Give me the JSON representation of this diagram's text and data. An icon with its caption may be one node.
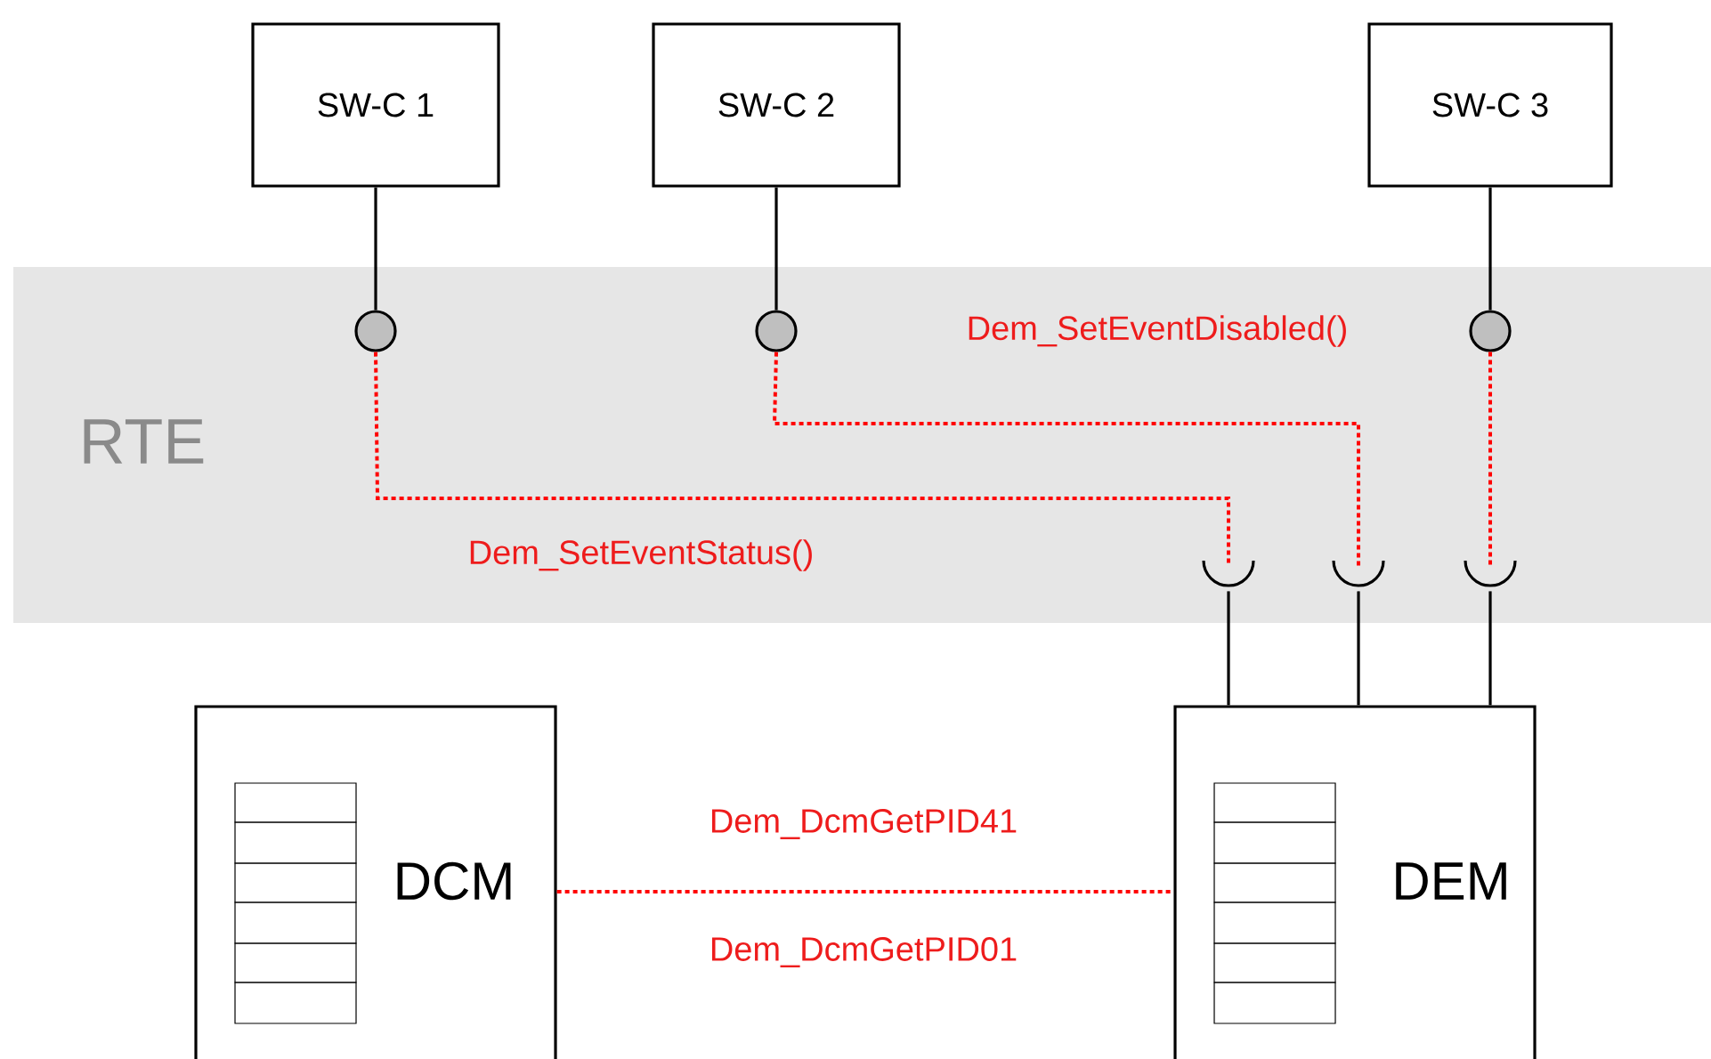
{
  "diagram": {
    "nodes": [
      {
        "text": [
          "SW-C 1"
        ]
      },
      {
        "text": [
          "SW-C 2"
        ]
      },
      {
        "text": [
          "SW-C 3"
        ]
      },
      {
        "text": [
          "RTE"
        ]
      },
      {
        "text": [],
        "shape": "circle",
        "in": 3
      },
      {
        "text": [],
        "shape": "circle",
        "in": 3
      },
      {
        "text": [],
        "shape": "circle",
        "in": 3
      },
      {
        "text": [],
        "shape": "socket",
        "in": 3
      },
      {
        "text": [],
        "shape": "socket",
        "in": 3
      },
      {
        "text": [],
        "shape": "socket",
        "in": 3
      },
      {
        "text": [
          "DCM"
        ]
      },
      {
        "text": [
          "DEM"
        ]
      }
    ],
    "edges": [
      {
        "from": 0,
        "to": 4,
        "arrow": "none"
      },
      {
        "from": 1,
        "to": 5,
        "arrow": "none"
      },
      {
        "from": 2,
        "to": 6,
        "arrow": "none"
      },
      {
        "from": 4,
        "to": 7,
        "arrow": "none",
        "style": "dashed",
        "color": "#ff0000",
        "label": "Dem_SetEventStatus()"
      },
      {
        "from": 5,
        "to": 8,
        "arrow": "none",
        "style": "dashed",
        "color": "#ff0000",
        "label": "Dem_SetEventDisabled()"
      },
      {
        "from": 6,
        "to": 9,
        "arrow": "none",
        "style": "dashed",
        "color": "#ff0000"
      },
      {
        "from": 7,
        "to": 11,
        "arrow": "none"
      },
      {
        "from": 8,
        "to": 11,
        "arrow": "none"
      },
      {
        "from": 9,
        "to": 11,
        "arrow": "none"
      },
      {
        "from": 10,
        "to": 11,
        "arrow": "none",
        "style": "dashed",
        "color": "#ff0000",
        "label": "Dem_DcmGetPID41"
      }
    ],
    "labels": [
      "Dem_DcmGetPID01"
    ]
  }
}
